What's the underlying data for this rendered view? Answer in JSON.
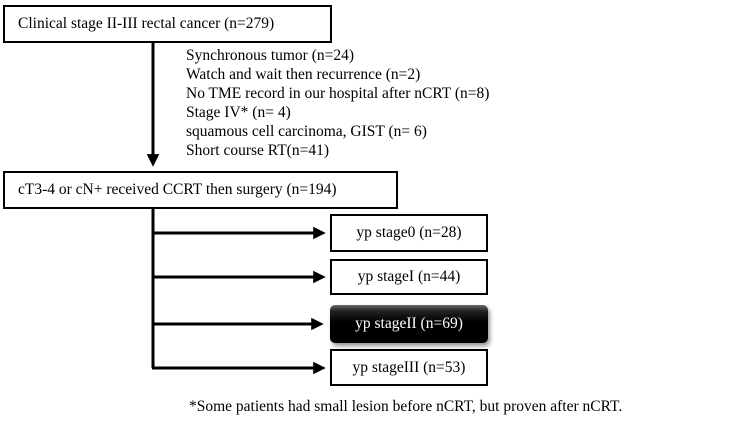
{
  "diagram": {
    "nodes": {
      "clinical": "Clinical stage II-III rectal cancer (n=279)",
      "treatment": "cT3-4 or cN+ received CCRT then surgery (n=194)",
      "yp0": "yp stage0 (n=28)",
      "yp1": "yp stageI (n=44)",
      "yp2": "yp stageII (n=69)",
      "yp3": "yp stageIII (n=53)"
    },
    "exclusions": [
      "Synchronous tumor (n=24)",
      "Watch and wait then recurrence (n=2)",
      "No TME record in our hospital after nCRT (n=8)",
      "Stage IV* (n= 4)",
      "squamous cell carcinoma, GIST (n= 6)",
      "Short course RT(n=41)"
    ],
    "footnote": "*Some patients had small lesion before nCRT, but proven after nCRT.",
    "highlighted_node": "yp stageII (n=69)",
    "colors": {
      "line": "#000000",
      "border": "#000000",
      "background": "#ffffff",
      "highlight_bg": "#000000",
      "highlight_text": "#ffffff"
    }
  }
}
